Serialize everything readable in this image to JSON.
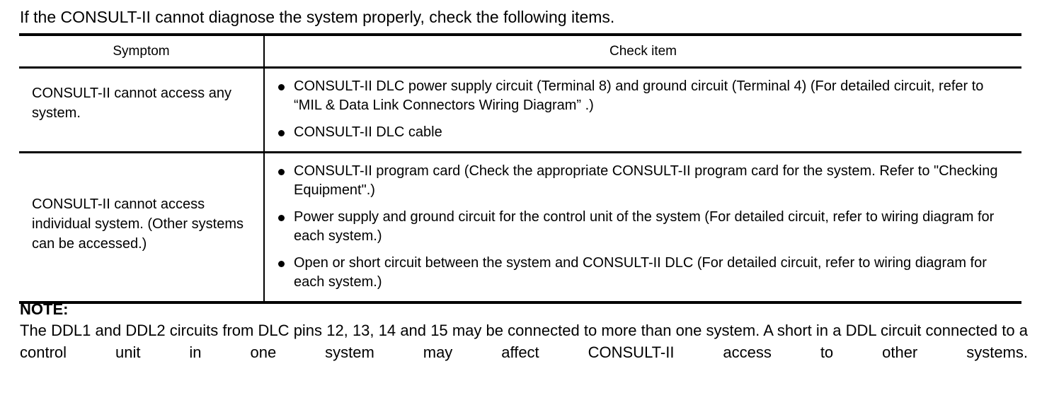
{
  "intro": {
    "text": "If the CONSULT-II cannot diagnose the system properly, check the following items."
  },
  "table": {
    "headers": {
      "symptom": "Symptom",
      "check_item": "Check item"
    },
    "rows": [
      {
        "symptom": "CONSULT-II cannot access any system.",
        "checks": [
          "CONSULT-II DLC power supply circuit (Terminal 8) and ground circuit (Terminal 4) (For detailed circuit, refer to “MIL & Data Link Connectors Wiring Diagram” .)",
          "CONSULT-II DLC cable"
        ]
      },
      {
        "symptom": "CONSULT-II cannot access individual system. (Other systems can be accessed.)",
        "checks": [
          "CONSULT-II program card (Check the appropriate CONSULT-II program card for the system. Refer to \"Checking Equipment\".)",
          "Power supply and ground circuit for the control unit of the system (For detailed circuit, refer to wiring diagram for each system.)",
          "Open or short circuit between the system and CONSULT-II DLC (For detailed circuit, refer to wiring diagram for each system.)"
        ]
      }
    ]
  },
  "note": {
    "label": "NOTE:",
    "body": "The DDL1 and DDL2 circuits from DLC pins 12, 13, 14 and 15 may be connected to more than one system. A short in a DDL circuit connected to a control unit in one system may affect CONSULT-II access to other systems."
  },
  "colors": {
    "text": "#000000",
    "background": "#ffffff",
    "rule": "#000000"
  }
}
